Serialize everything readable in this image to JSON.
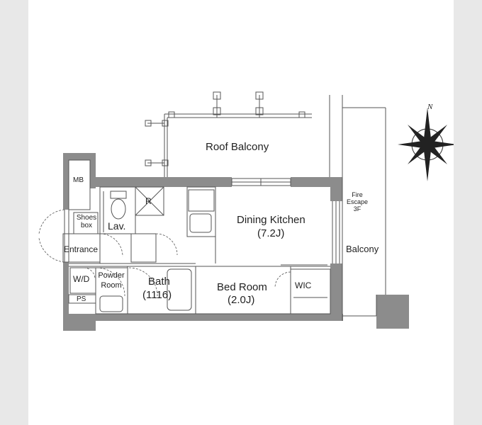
{
  "floorplan": {
    "rooms": {
      "roof_balcony": "Roof Balcony",
      "mb": "MB",
      "shoes_box": "Shoes\nbox",
      "lav": "Lav.",
      "r": "R",
      "dining_kitchen": "Dining Kitchen",
      "dining_kitchen_size": "(7.2J)",
      "entrance": "Entrance",
      "wd": "W/D",
      "powder_room": "Powder\nRoom",
      "ps": "PS",
      "bath": "Bath",
      "bath_size": "(1116)",
      "bed_room": "Bed Room",
      "bed_room_size": "(2.0J)",
      "wic": "WIC",
      "fire_escape": "Fire\nEscape\n3F",
      "balcony": "Balcony"
    },
    "compass": {
      "north": "N"
    },
    "colors": {
      "wall": "#8c8c8c",
      "line": "#555555",
      "background": "#ffffff",
      "page": "#e8e8e8"
    }
  }
}
